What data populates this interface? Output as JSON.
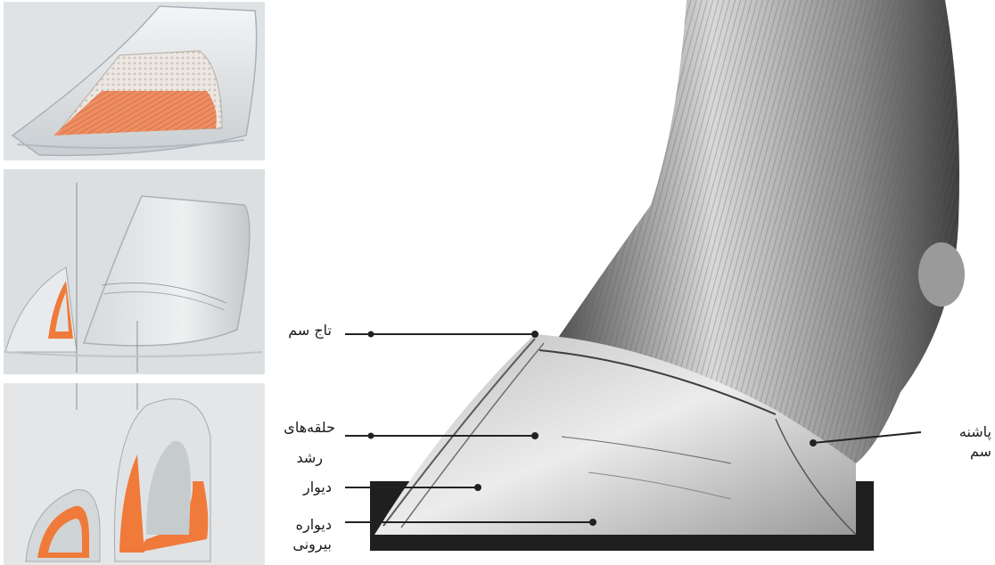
{
  "labels": {
    "coronet": "تاج سم",
    "growth_rings_1": "حلقه‌های",
    "growth_rings_2": "رشد",
    "wall": "دیوار",
    "outer_wall_1": "دیواره",
    "outer_wall_2": "بیرونی",
    "heel_1": "پاشنه",
    "heel_2": "سم"
  },
  "colors": {
    "highlight": "#f07a3a",
    "leader": "#222222"
  }
}
